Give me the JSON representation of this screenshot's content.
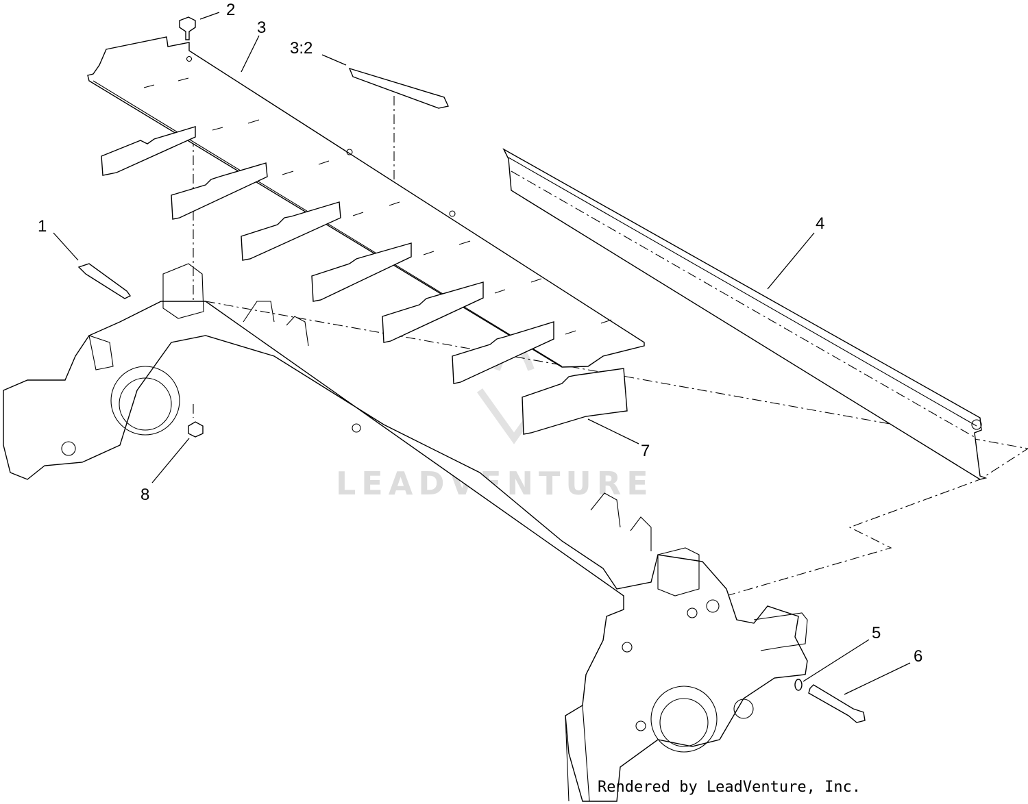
{
  "callouts": {
    "c1": "1",
    "c2": "2",
    "c3": "3",
    "c3_2": "3:2",
    "c4": "4",
    "c5": "5",
    "c6": "6",
    "c7": "7",
    "c8": "8"
  },
  "watermark": "LEADVENTURE",
  "credit": "Rendered by LeadVenture, Inc."
}
